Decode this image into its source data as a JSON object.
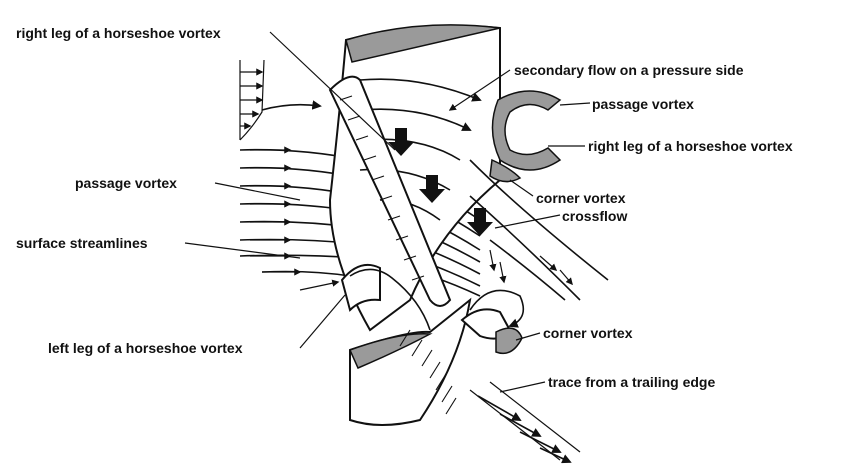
{
  "labels": {
    "right_leg_top": "right leg of a horseshoe vortex",
    "secondary_flow": "secondary flow on a pressure side",
    "passage_vortex_right": "passage vortex",
    "right_leg_right": "right leg of a horseshoe vortex",
    "passage_vortex_left": "passage vortex",
    "corner_vortex_top": "corner vortex",
    "crossflow": "crossflow",
    "surface_streamlines": "surface streamlines",
    "left_leg": "left leg of a horseshoe vortex",
    "corner_vortex_bottom": "corner vortex",
    "trace_trailing_edge": "trace from a trailing edge"
  }
}
